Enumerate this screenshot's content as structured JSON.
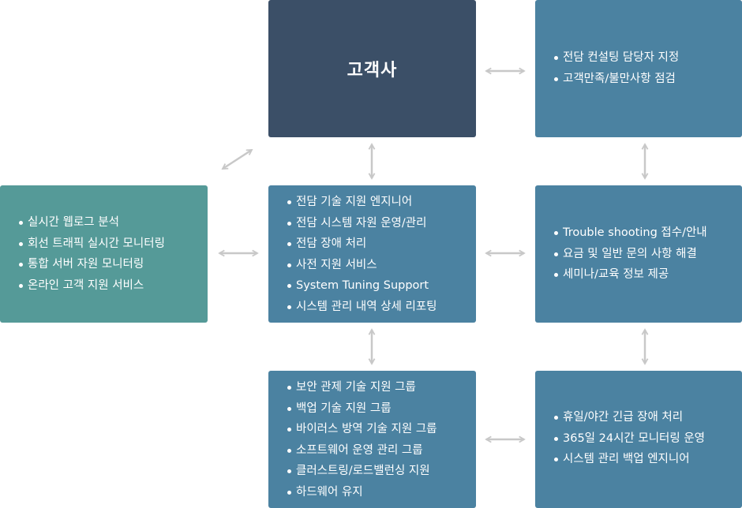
{
  "client": {
    "title": "고객사"
  },
  "consulting": {
    "items": [
      "전담 컨설팅 담당자 지정",
      "고객만족/불만사항 점검"
    ]
  },
  "monitoring": {
    "items": [
      "실시간 웹로그 분석",
      "회선 트래픽 실시간 모니터링",
      "통합 서버 자원 모니터링",
      "온라인 고객 지원 서비스"
    ]
  },
  "engineer": {
    "items": [
      "전담 기술 지원 엔지니어",
      "전담 시스템 자원 운영/관리",
      "전담 장애 처리",
      "사전 지원 서비스",
      "System Tuning Support",
      "시스템 관리 내역 상세 리포팅"
    ]
  },
  "support": {
    "items": [
      "Trouble shooting 접수/안내",
      "요금 및 일반 문의 사항 해결",
      "세미나/교육 정보 제공"
    ]
  },
  "groups": {
    "items": [
      "보안 관제 기술 지원 그룹",
      "백업 기술 지원 그룹",
      "바이러스 방역 기술 지원 그룹",
      "소프트웨어 운영 관리 그룹",
      "클러스트링/로드밸런싱 지원",
      "하드웨어 유지"
    ]
  },
  "emergency": {
    "items": [
      "휴일/야간 긴급 장애 처리",
      "365일 24시간 모니터링 운영",
      "시스템 관리 백업 엔지니어"
    ]
  },
  "colors": {
    "client_box": "#3b4f67",
    "service_box": "#4b82a1",
    "monitoring_box": "#559a98",
    "arrow": "#c8c8c8"
  }
}
